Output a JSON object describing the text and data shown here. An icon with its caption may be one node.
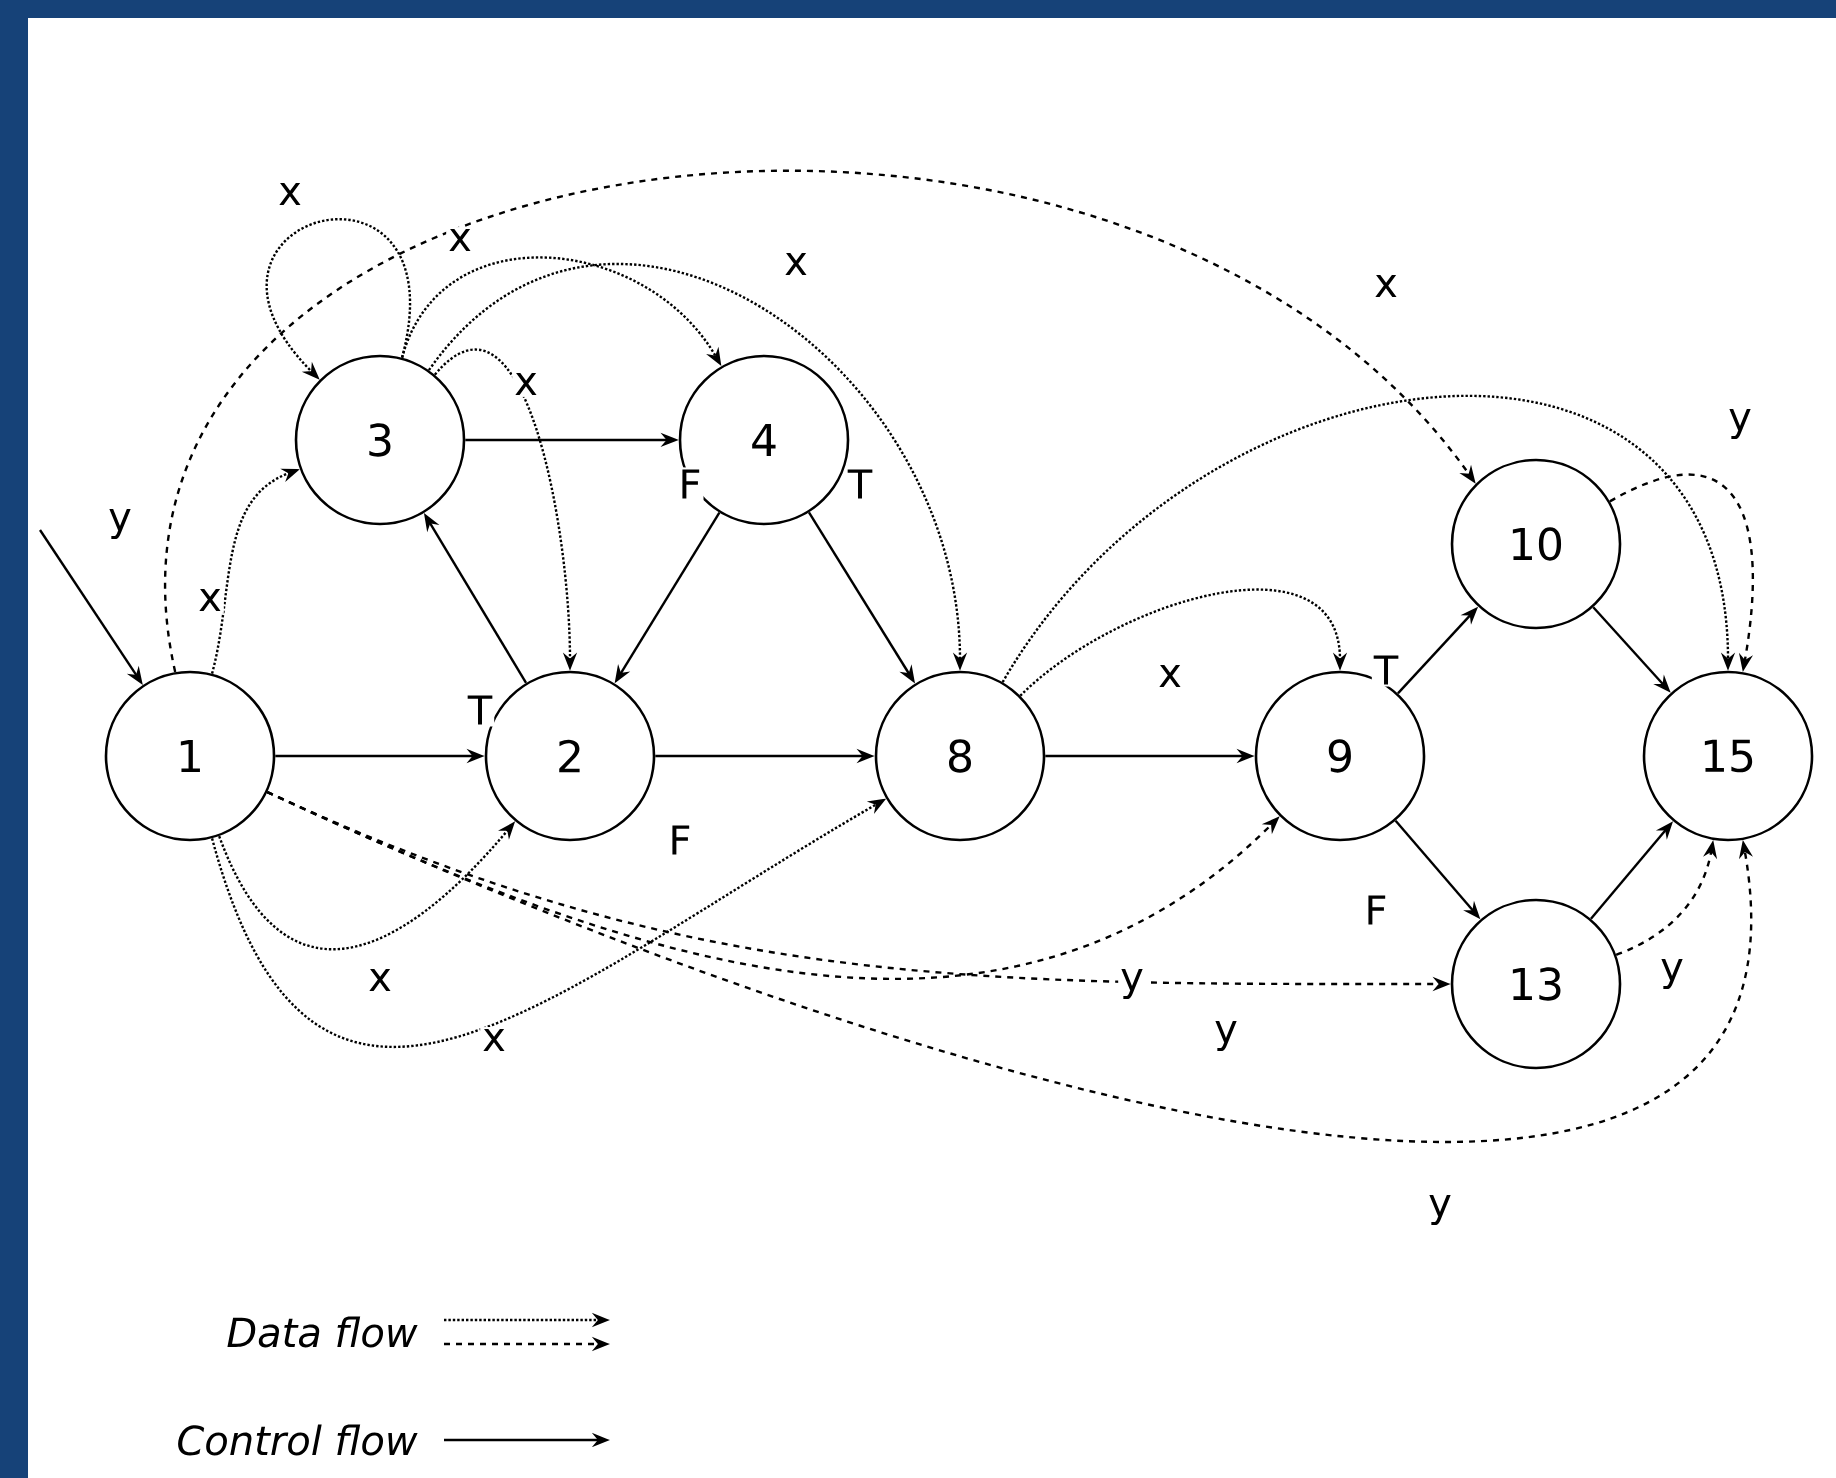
{
  "diagram": {
    "nodes": [
      {
        "text": [
          "1"
        ]
      },
      {
        "text": [
          "3"
        ]
      },
      {
        "text": [
          "4"
        ]
      },
      {
        "text": [
          "2"
        ]
      },
      {
        "text": [
          "8"
        ]
      },
      {
        "text": [
          "9"
        ]
      },
      {
        "text": [
          "10"
        ]
      },
      {
        "text": [
          "15"
        ]
      },
      {
        "text": [
          "13"
        ]
      }
    ],
    "edges": [
      {
        "from": null,
        "to": 0,
        "arrow": "to"
      },
      {
        "from": 0,
        "to": 3,
        "arrow": "to"
      },
      {
        "from": 3,
        "to": 1,
        "arrow": "to",
        "label": "T"
      },
      {
        "from": 1,
        "to": 2,
        "arrow": "to"
      },
      {
        "from": 2,
        "to": 3,
        "arrow": "to",
        "label": "F"
      },
      {
        "from": 2,
        "to": 4,
        "arrow": "to",
        "label": "T"
      },
      {
        "from": 3,
        "to": 4,
        "arrow": "to",
        "label": "F"
      },
      {
        "from": 4,
        "to": 5,
        "arrow": "to"
      },
      {
        "from": 5,
        "to": 6,
        "arrow": "to",
        "label": "T"
      },
      {
        "from": 5,
        "to": 8,
        "arrow": "to",
        "label": "F"
      },
      {
        "from": 6,
        "to": 7,
        "arrow": "to"
      },
      {
        "from": 8,
        "to": 7,
        "arrow": "to"
      },
      {
        "from": 0,
        "to": 1,
        "arrow": "to",
        "label": "x",
        "style": "dashed"
      },
      {
        "from": 1,
        "to": 1,
        "arrow": "to",
        "label": "x",
        "style": "dashed"
      },
      {
        "from": 1,
        "to": 2,
        "arrow": "to",
        "label": "x",
        "style": "dashed"
      },
      {
        "from": 1,
        "to": 3,
        "arrow": "to",
        "label": "x",
        "style": "dashed"
      },
      {
        "from": 1,
        "to": 4,
        "arrow": "to",
        "label": "x",
        "style": "dashed"
      },
      {
        "from": 0,
        "to": 3,
        "arrow": "to",
        "label": "x",
        "style": "dashed"
      },
      {
        "from": 0,
        "to": 4,
        "arrow": "to",
        "label": "x",
        "style": "dashed"
      },
      {
        "from": 4,
        "to": 7,
        "arrow": "to",
        "label": "x",
        "style": "dashed"
      },
      {
        "from": 4,
        "to": 5,
        "arrow": "to",
        "label": "x",
        "style": "dashed"
      },
      {
        "from": 0,
        "to": 6,
        "arrow": "to",
        "label": "y",
        "style": "dashed"
      },
      {
        "from": 6,
        "to": 7,
        "arrow": "to",
        "label": "y",
        "style": "dashed"
      },
      {
        "from": 0,
        "to": 5,
        "arrow": "to",
        "label": "y",
        "style": "dashed"
      },
      {
        "from": 0,
        "to": 8,
        "arrow": "to",
        "label": "y",
        "style": "dashed"
      },
      {
        "from": 0,
        "to": 7,
        "arrow": "to",
        "label": "y",
        "style": "dashed"
      },
      {
        "from": 8,
        "to": 7,
        "arrow": "to",
        "label": "y",
        "style": "dashed"
      }
    ],
    "legend": [
      {
        "text": "Data flow"
      },
      {
        "text": "Control flow"
      }
    ]
  }
}
